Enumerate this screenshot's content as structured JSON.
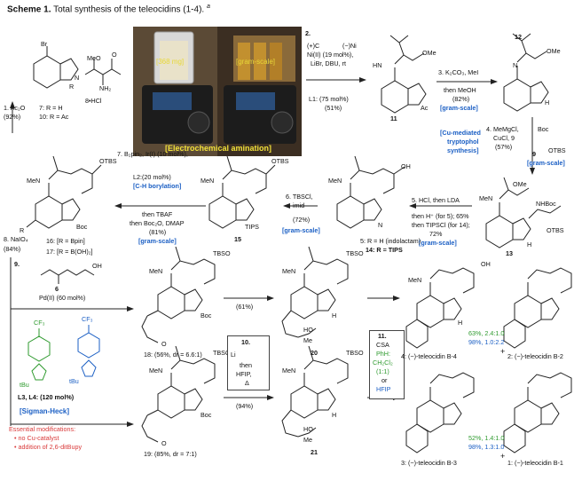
{
  "caption": {
    "label": "Scheme 1.",
    "title": "Total synthesis of the teleocidins (1-4).",
    "mark": "a"
  },
  "photo": {
    "left_label": "[368 mg]",
    "right_label": "[gram-scale]",
    "banner": "[Electrochemical amination]"
  },
  "start": {
    "c7": "7: R = H",
    "c10": "10: R = Ac",
    "c8": "8•HCl",
    "step1": "1. Ac₂O",
    "step1_yield": "(92%)",
    "br": "Br",
    "nh": "N",
    "r": "R",
    "meo": "MeO",
    "nh2": "NH₂",
    "o": "O"
  },
  "step2": {
    "label": "2.",
    "cpos": "(+)C",
    "nineg": "(−)Ni",
    "cat": "Ni(II) (19 mol%),",
    "cond": "LiBr, DBU, rt",
    "ligand": "L1: (75 mol%)",
    "yield": "(51%)"
  },
  "c11": {
    "label": "11",
    "hn": "HN",
    "ac": "Ac",
    "ome": "OMe"
  },
  "step3": {
    "label": "3. K₂CO₃, MeI",
    "then": "then MeOH",
    "yield": "(82%)",
    "scale": "[gram-scale]"
  },
  "c12": {
    "label": "12",
    "n": "N",
    "h": "H",
    "ome": "OMe"
  },
  "step4": {
    "label": "4. MeMgCl,",
    "reagent": "CuCl, 9",
    "yield": "(57%)",
    "boc": "Boc",
    "otbs": "OTBS",
    "nine": "9",
    "scale": "[gram-scale]",
    "method1": "[Cu-mediated",
    "method2": "tryptophol",
    "method3": "synthesis]"
  },
  "c13": {
    "label": "13",
    "ome": "OMe",
    "nhboc": "NHBoc",
    "otbs": "OTBS",
    "men": "MeN",
    "h": "H"
  },
  "step5": {
    "label": "5. HCl, then LDA",
    "line2": "then H⁺ (for 5); 65%",
    "line3": "then TIPSCl (for 14);",
    "yield": "72%",
    "scale": "[gram-scale]"
  },
  "c5": {
    "label": "5: R = H (indolactam)",
    "label14": "14: R = TIPS",
    "oh": "OH",
    "men": "MeN",
    "nh": "N",
    "h": "H"
  },
  "step6": {
    "label": "6. TBSCl,",
    "reagent": "imid",
    "yield": "(72%)",
    "scale": "[gram-scale]"
  },
  "c15": {
    "label": "15",
    "otbs": "OTBS",
    "men": "MeN",
    "tips": "TIPS"
  },
  "step7": {
    "label": "7. B₂pin₂, Ir(I) (10 mol%),",
    "ligand": "L2:(20 mol%)",
    "method": "[C-H borylation]",
    "then1": "then TBAF",
    "then2": "then Boc₂O, DMAP",
    "yield": "(81%)",
    "scale": "[gram-scale]"
  },
  "c16": {
    "label16": "16: [R = Bpin]",
    "label17": "17: [R = B(OH)₂]",
    "otbs": "OTBS",
    "men": "MeN",
    "boc": "Boc",
    "r": "R"
  },
  "step8": {
    "label": "8. NaIO₄",
    "yield": "(84%)"
  },
  "step9": {
    "label": "9.",
    "compound": "6",
    "cat": "Pd(II) (60 mol%)",
    "oh": "OH"
  },
  "ligands": {
    "label": "L3, L4: (120 mol%)",
    "cf3a": "CF₃",
    "cf3b": "CF₃",
    "tbu_a": "tBu",
    "tbu_b": "tBu",
    "method": "[Sigman-Heck]"
  },
  "mods": {
    "title": "Essential modifications:",
    "m1": "• no Cu-catalyst",
    "m2": "• addition of 2,6-ditBupy"
  },
  "c18": {
    "label": "18: (56%, dr = 6.6:1)",
    "tbso": "TBSO",
    "men": "MeN",
    "boc": "Boc",
    "o": "O"
  },
  "c19": {
    "label": "19: (85%, dr = 7:1)",
    "tbso": "TBSO",
    "men": "MeN",
    "boc": "Boc",
    "o": "O"
  },
  "step10": {
    "label": "10.",
    "li": "Li",
    "then": "then",
    "hfip": "HFIP,",
    "delta": "Δ"
  },
  "yields": {
    "y18": "(61%)",
    "y19": "(94%)"
  },
  "c20": {
    "label": "20",
    "tbso": "TBSO",
    "men": "MeN",
    "ho": "HO",
    "me": "Me",
    "h": "H"
  },
  "c21": {
    "label": "21",
    "tbso": "TBSO",
    "men": "MeN",
    "ho": "HO",
    "me": "Me",
    "h": "H"
  },
  "step11": {
    "label": "11.",
    "csa": "CSA",
    "solv1": "PhH:",
    "solv2": "CH₂Cl₂",
    "solv3": "(1:1)",
    "or": "or",
    "hfip": "HFIP"
  },
  "products": {
    "p4": "4: (−)-teleocidin B-4",
    "p2": "2: (−)-teleocidin B-2",
    "p3": "3: (−)-teleocidin B-3",
    "p1": "1: (−)-teleocidin B-1",
    "r1g": "63%, 2.4:1.0",
    "r1b": "98%, 1.0:2.2",
    "r2g": "52%, 1.4:1.0",
    "r2b": "98%, 1.3:1.0",
    "plus": "+",
    "oh": "OH",
    "men": "MeN",
    "h": "H"
  }
}
